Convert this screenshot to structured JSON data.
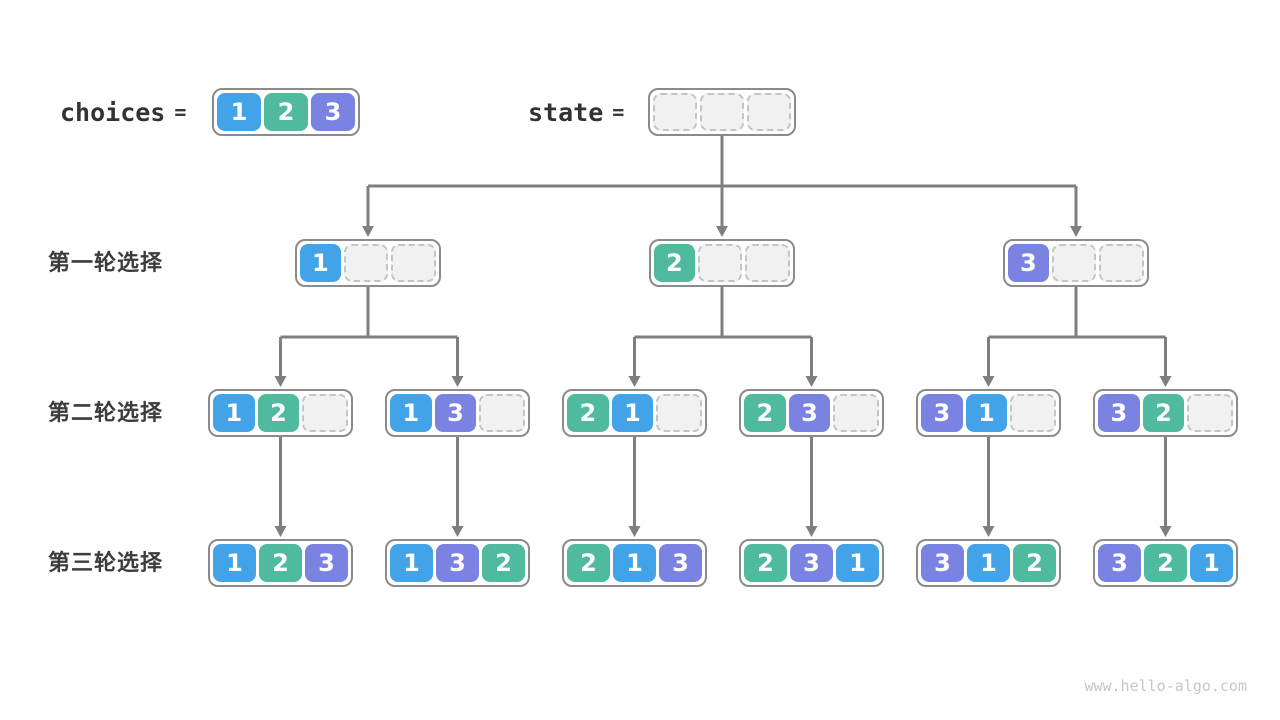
{
  "meta": {
    "watermark": "www.hello-algo.com"
  },
  "colors": {
    "1": "#42A3E8",
    "2": "#50BA9E",
    "3": "#7A83E2",
    "empty_fill": "#F1F1F1",
    "empty_border": "#C4C4C4",
    "container_border": "#8B8B8B",
    "arrow": "#7F7F7F",
    "label_text": "#3C3C3C"
  },
  "header": {
    "choices_label": "choices",
    "equals": "=",
    "choices_cells": [
      "1",
      "2",
      "3"
    ],
    "state_label": "state",
    "state_cells": [
      "",
      "",
      ""
    ]
  },
  "rows": [
    {
      "label": "第一轮选择",
      "boxes": [
        [
          "1",
          "",
          ""
        ],
        [
          "2",
          "",
          ""
        ],
        [
          "3",
          "",
          ""
        ]
      ]
    },
    {
      "label": "第二轮选择",
      "boxes": [
        [
          "1",
          "2",
          ""
        ],
        [
          "1",
          "3",
          ""
        ],
        [
          "2",
          "1",
          ""
        ],
        [
          "2",
          "3",
          ""
        ],
        [
          "3",
          "1",
          ""
        ],
        [
          "3",
          "2",
          ""
        ]
      ]
    },
    {
      "label": "第三轮选择",
      "boxes": [
        [
          "1",
          "2",
          "3"
        ],
        [
          "1",
          "3",
          "2"
        ],
        [
          "2",
          "1",
          "3"
        ],
        [
          "2",
          "3",
          "1"
        ],
        [
          "3",
          "1",
          "2"
        ],
        [
          "3",
          "2",
          "1"
        ]
      ]
    }
  ]
}
